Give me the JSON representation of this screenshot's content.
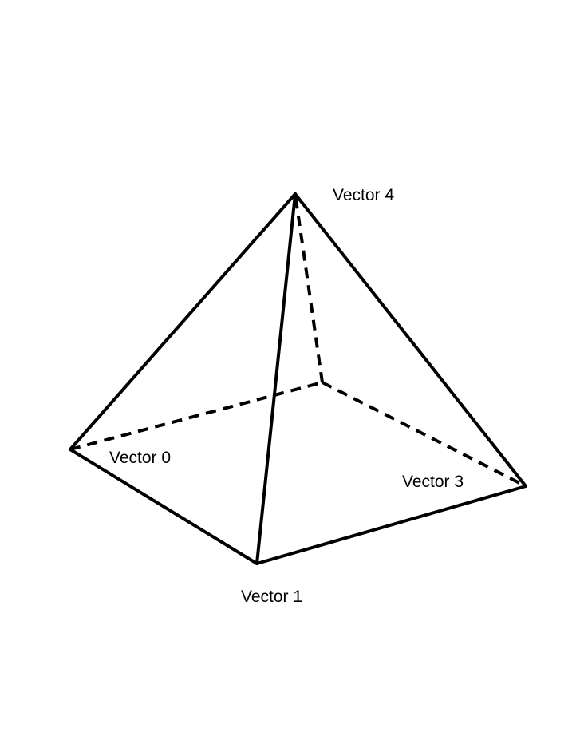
{
  "diagram": {
    "type": "square pyramid wireframe",
    "colors": {
      "background": "#ffffff",
      "stroke": "#000000"
    },
    "vertices": [
      {
        "id": "v0",
        "label": "Vector 0"
      },
      {
        "id": "v1",
        "label": "Vector 1"
      },
      {
        "id": "v2",
        "label": ""
      },
      {
        "id": "v3",
        "label": "Vector 3"
      },
      {
        "id": "v4",
        "label": "Vector 4"
      }
    ],
    "edges": [
      {
        "from": "v0",
        "to": "v4",
        "style": "solid"
      },
      {
        "from": "v0",
        "to": "v1",
        "style": "solid"
      },
      {
        "from": "v1",
        "to": "v4",
        "style": "solid"
      },
      {
        "from": "v1",
        "to": "v3",
        "style": "solid"
      },
      {
        "from": "v3",
        "to": "v4",
        "style": "solid"
      },
      {
        "from": "v0",
        "to": "v2",
        "style": "dashed"
      },
      {
        "from": "v2",
        "to": "v3",
        "style": "dashed"
      },
      {
        "from": "v2",
        "to": "v4",
        "style": "dashed"
      }
    ]
  }
}
